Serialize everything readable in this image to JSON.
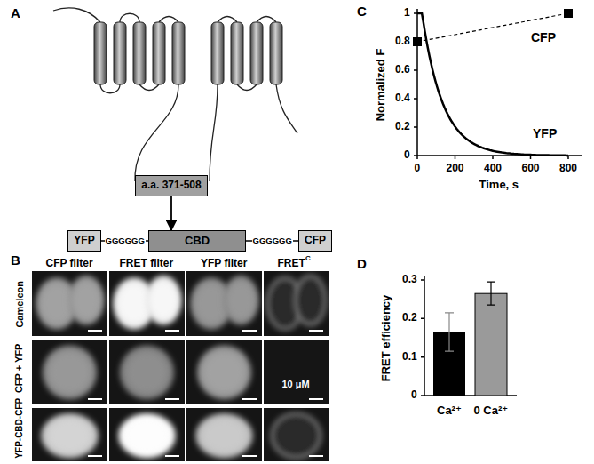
{
  "diagram": {
    "nodes": [
      {
        "text": [
          "a.a. 371-508"
        ]
      },
      {
        "text": [
          "YFP"
        ]
      },
      {
        "text": [
          "CBD"
        ]
      },
      {
        "text": [
          "CFP"
        ]
      }
    ],
    "edges": [
      {
        "from": 0,
        "to": 2,
        "arrow": "to"
      },
      {
        "from": 1,
        "to": 2,
        "label": "GGGGGG",
        "arrow": "none"
      },
      {
        "from": 2,
        "to": 3,
        "label": "GGGGGG",
        "arrow": "none"
      }
    ],
    "labels": [
      "A",
      "B",
      "C",
      "D",
      "CFP filter",
      "FRET filter",
      "YFP filter",
      "FRET",
      "C",
      "Cameleon",
      "CFP + YFP",
      "YFP-CBD-CFP",
      "10 μM",
      "Normalized F",
      "Time, s",
      "0",
      "0.2",
      "0.4",
      "0.6",
      "0.8",
      "1",
      "0",
      "200",
      "400",
      "600",
      "800",
      "CFP",
      "YFP",
      "FRET efficiency",
      "0",
      "0.1",
      "0.2",
      "0.3",
      "Ca²⁺",
      "0 Ca²⁺"
    ]
  }
}
